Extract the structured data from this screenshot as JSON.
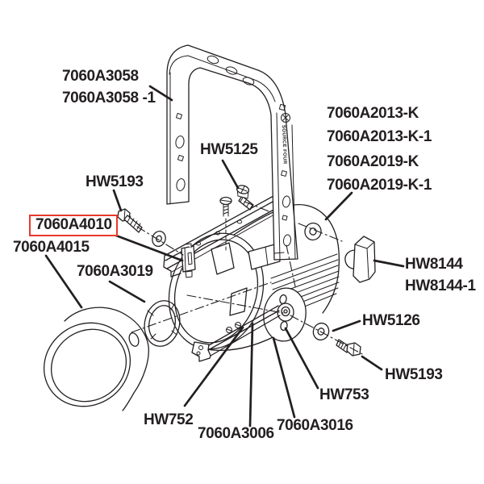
{
  "diagram": {
    "kind": "exploded-parts-diagram",
    "ink_color": "#231f20",
    "highlight_color": "#e8392a",
    "background": "#ffffff"
  },
  "labels": {
    "yoke_a": "7060A3058",
    "yoke_b": "7060A3058 -1",
    "screw_hw5125": "HW5125",
    "body_k1": "7060A2013-K",
    "body_k2": "7060A2013-K-1",
    "body_k3": "7060A2019-K",
    "body_k4": "7060A2019-K-1",
    "screw_left_hw5193": "HW5193",
    "highlighted_part": "7060A4010",
    "reflector": "7060A4015",
    "ring": "7060A3019",
    "knob_a": "HW8144",
    "knob_b": "HW8144-1",
    "washer_hw5126": "HW5126",
    "screw_right_hw5193": "HW5193",
    "stud_hw753": "HW753",
    "rear_plate": "7060A3016",
    "bottom_rail": "7060A3006",
    "slider_hw752": "HW752",
    "yoke_engraving": "SOURCE FOUR"
  }
}
